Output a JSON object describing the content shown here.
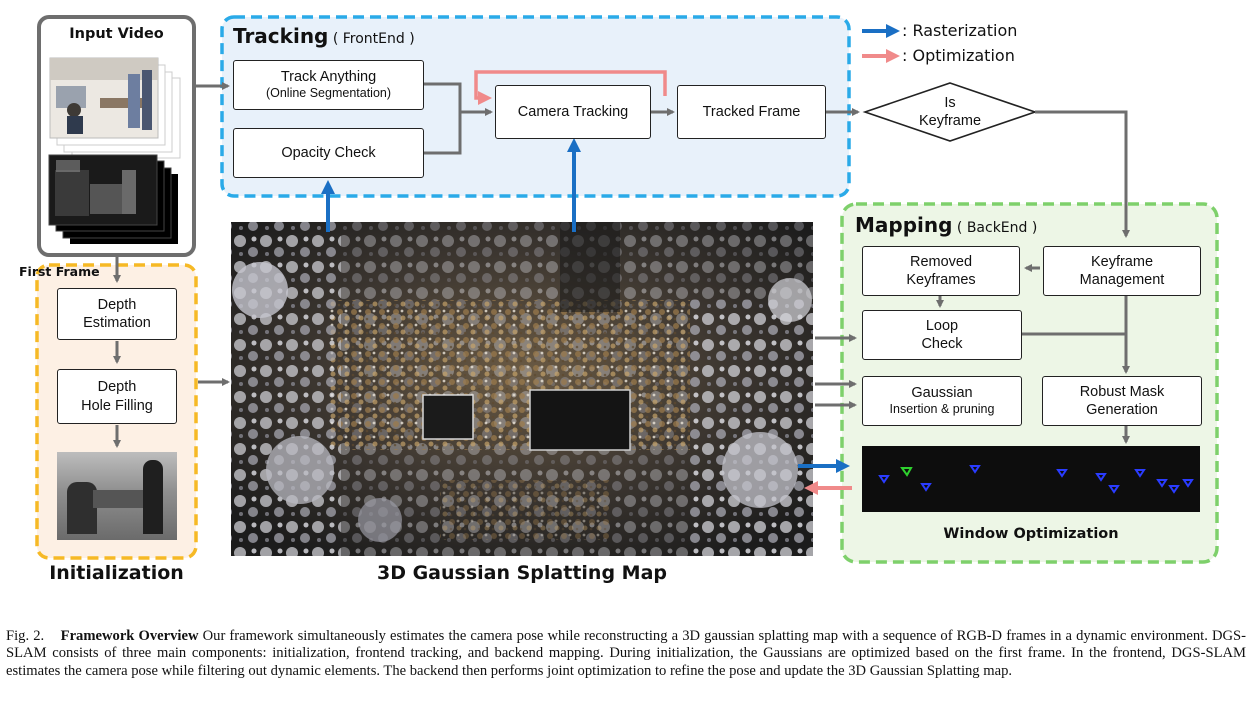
{
  "input_video": {
    "title": "Input Video",
    "first_frame_label": "First Frame"
  },
  "tracking": {
    "title": "Tracking",
    "subtitle": "( FrontEnd )",
    "track_anything": "Track Anything",
    "track_anything_sub": "(Online Segmentation)",
    "opacity_check": "Opacity Check",
    "camera_tracking": "Camera Tracking",
    "tracked_frame": "Tracked Frame"
  },
  "decision": {
    "line1": "Is",
    "line2": "Keyframe"
  },
  "legend": {
    "rasterization": ": Rasterization",
    "optimization": ": Optimization",
    "rasterization_color": "#1a6fc4",
    "optimization_color": "#f08a8a"
  },
  "initialization": {
    "title": "Initialization",
    "depth_estimation_1": "Depth",
    "depth_estimation_2": "Estimation",
    "hole_filling_1": "Depth",
    "hole_filling_2": "Hole Filling"
  },
  "map": {
    "title": "3D Gaussian Splatting Map"
  },
  "mapping": {
    "title": "Mapping",
    "subtitle": "( BackEnd )",
    "removed_keyframes_1": "Removed",
    "removed_keyframes_2": "Keyframes",
    "keyframe_mgmt_1": "Keyframe",
    "keyframe_mgmt_2": "Management",
    "loop_check_1": "Loop",
    "loop_check_2": "Check",
    "gaussian_1": "Gaussian",
    "gaussian_2": "Insertion & pruning",
    "robust_mask_1": "Robust Mask",
    "robust_mask_2": "Generation",
    "window_optimization": "Window Optimization"
  },
  "caption": {
    "prefix": "Fig. 2.",
    "bold": "Framework Overview",
    "text": "Our framework simultaneously estimates the camera pose while reconstructing a 3D gaussian splatting map with a sequence of RGB-D frames in a dynamic environment. DGS-SLAM consists of three main components: initialization, frontend tracking, and backend mapping. During initialization, the Gaussians are optimized based on the first frame. In the frontend, DGS-SLAM estimates the camera pose while filtering out dynamic elements. The backend then performs joint optimization to refine the pose and update the 3D Gaussian Splatting map."
  },
  "colors": {
    "tracking_border": "#2aaae8",
    "tracking_fill": "#e8f1fa",
    "init_border": "#f6b925",
    "init_fill": "#fdf0e4",
    "mapping_border": "#7ed06b",
    "mapping_fill": "#edf6e6",
    "input_border": "#6e6e6e",
    "arrow_gray": "#6e6e6e"
  }
}
